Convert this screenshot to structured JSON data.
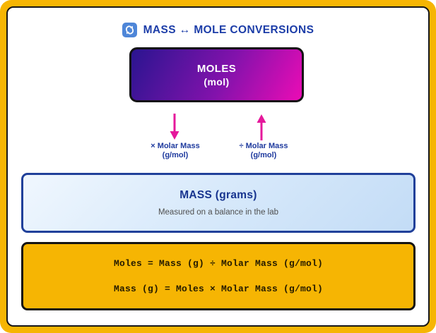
{
  "title": {
    "icon": "refresh-arrows-icon",
    "text": "MASS ↔ MOLE CONVERSIONS"
  },
  "moles_box": {
    "line1": "MOLES",
    "line2": "(mol)"
  },
  "arrows": {
    "left": {
      "direction": "down",
      "label1": "× Molar Mass",
      "label2": "(g/mol)"
    },
    "right": {
      "direction": "up",
      "label1": "÷ Molar Mass",
      "label2": "(g/mol)"
    }
  },
  "mass_box": {
    "title": "MASS (grams)",
    "subtitle": "Measured on a balance in the lab"
  },
  "formula_box": {
    "formula1": "Moles = Mass (g) ÷ Molar Mass (g/mol)",
    "formula2": "Mass (g) = Moles × Molar Mass (g/mol)"
  },
  "colors": {
    "frame_gold": "#F6B503",
    "title_blue": "#1C3DA8",
    "icon_blue": "#4E86D8",
    "moles_gradient_start": "#2A1590",
    "moles_gradient_end": "#EB0CB5",
    "arrow_magenta": "#E5189B",
    "mass_border_blue": "#20409A",
    "mass_bg_light_blue": "#D9EAFB",
    "formula_text": "#241A00",
    "border_dark": "#141414"
  }
}
